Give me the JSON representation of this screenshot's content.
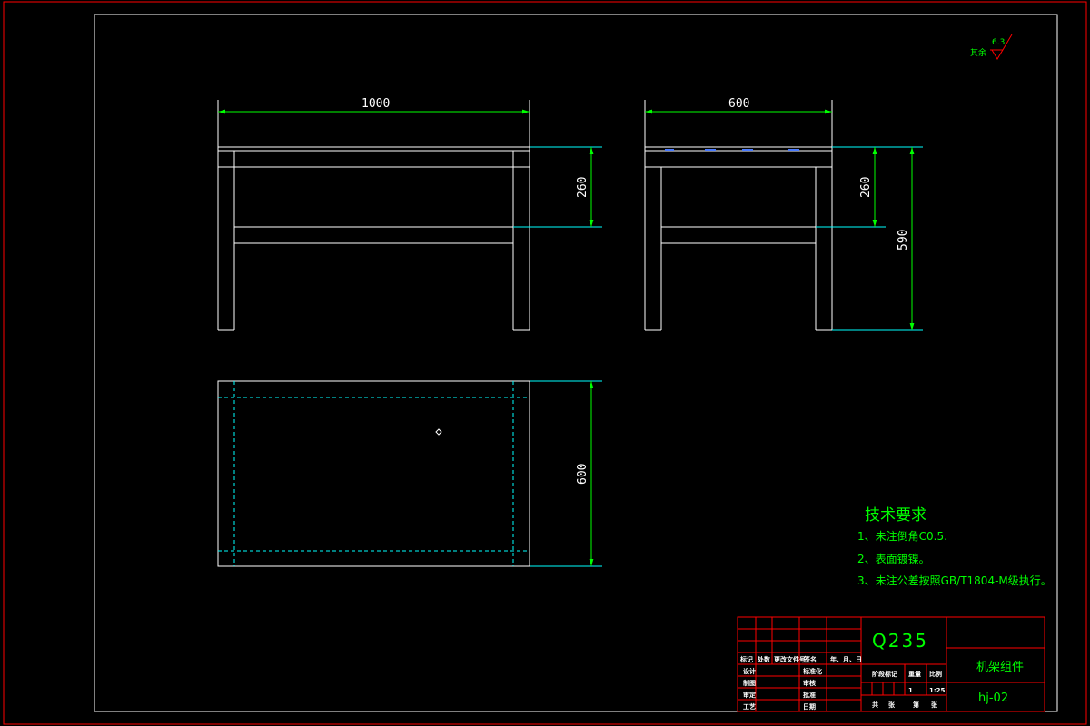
{
  "colors": {
    "background": "#000000",
    "border": "#ff0000",
    "geometry": "#ffffff",
    "dimension": "#00ff00",
    "extension": "#00ffff",
    "text_note": "#00ff00",
    "title_block_lines": "#ff0000"
  },
  "surface_finish": {
    "value": "6.3",
    "label": "其余"
  },
  "dimensions": {
    "front_width": "1000",
    "front_shelf_height": "260",
    "side_width": "600",
    "side_shelf_height": "260",
    "side_total_height": "590",
    "top_depth": "600"
  },
  "technical_requirements": {
    "title": "技术要求",
    "items": [
      "1、未注倒角C0.5.",
      "2、表面镀镍。",
      "3、未注公差按照GB/T1804-M级执行。"
    ]
  },
  "title_block": {
    "material": "Q235",
    "part_name": "机架组件",
    "drawing_number": "hj-02",
    "scale": "1:25",
    "weight_value": "1",
    "labels": {
      "mark": "标记",
      "count": "处数",
      "change_doc": "更改文件号",
      "signature": "签名",
      "date": "年、月、日",
      "design": "设计",
      "standardize": "标准化",
      "draw": "制图",
      "review": "审核",
      "check": "审定",
      "process": "工艺",
      "approve": "批准",
      "date2": "日期",
      "stage_mark": "阶段标记",
      "weight": "重量",
      "ratio": "比例",
      "sheets_total": "共",
      "sheets_label": "张",
      "sheet_no": "第",
      "sheet_label": "张"
    }
  }
}
